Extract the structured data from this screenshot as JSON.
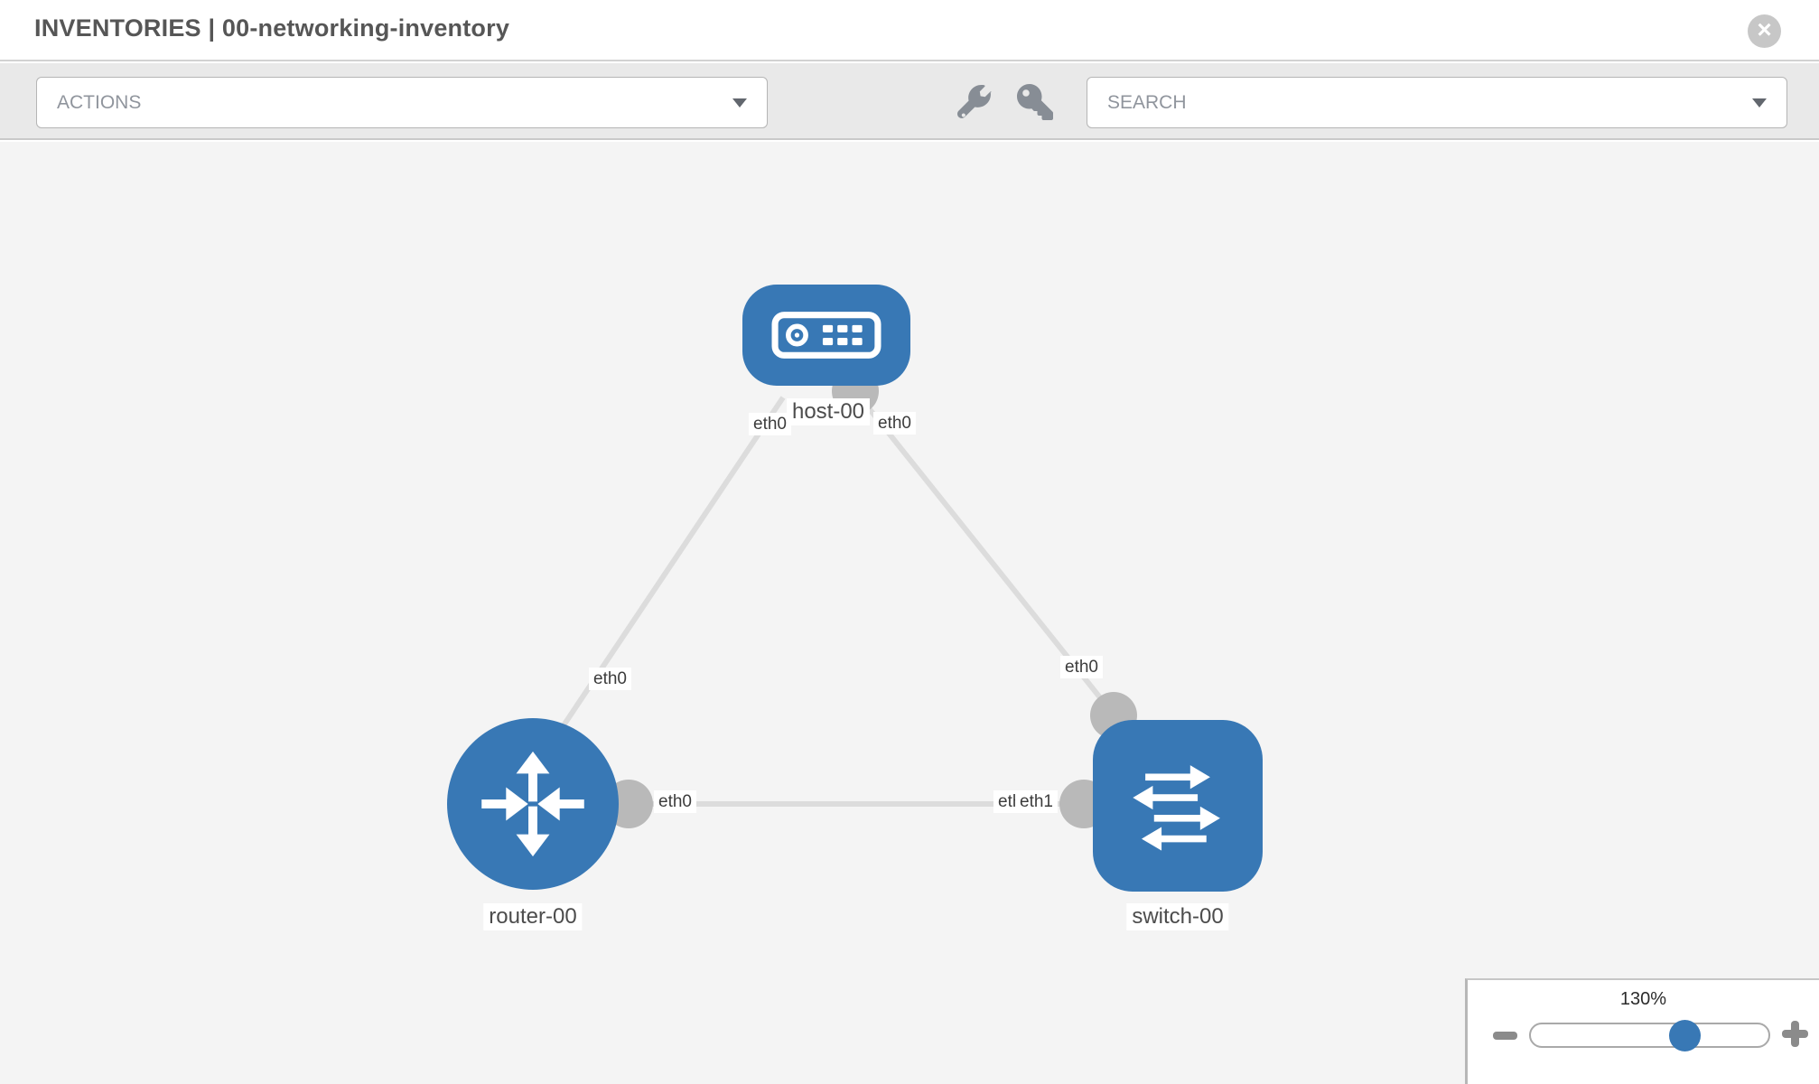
{
  "header": {
    "title": "INVENTORIES | 00-networking-inventory",
    "close_glyph": "×"
  },
  "toolbar": {
    "actions_label": "ACTIONS",
    "search_label": "SEARCH",
    "icons": [
      "wrench-icon",
      "key-icon"
    ]
  },
  "topology": {
    "nodes": [
      {
        "label": "host-00",
        "type": "host"
      },
      {
        "label": "router-00",
        "type": "router"
      },
      {
        "label": "switch-00",
        "type": "switch"
      }
    ],
    "links": [
      {
        "from": "host-00",
        "to": "router-00"
      },
      {
        "from": "host-00",
        "to": "switch-00"
      },
      {
        "from": "router-00",
        "to": "switch-00"
      }
    ],
    "if_labels": {
      "hr_host": "eth0",
      "hr_router": "eth0",
      "hs_host": "eth0",
      "hs_switch": "eth0",
      "rs_router": "eth0",
      "rs_switch_back": "eth0",
      "rs_switch_front": "eth1"
    }
  },
  "zoom_control": {
    "level": "130%"
  },
  "colors": {
    "node_blue": "#3878b5",
    "connector_gray": "#b9b9b9",
    "link_gray": "#dcdcdc",
    "canvas_bg": "#f4f4f4",
    "toolbar_bg": "#e9e9e9"
  }
}
